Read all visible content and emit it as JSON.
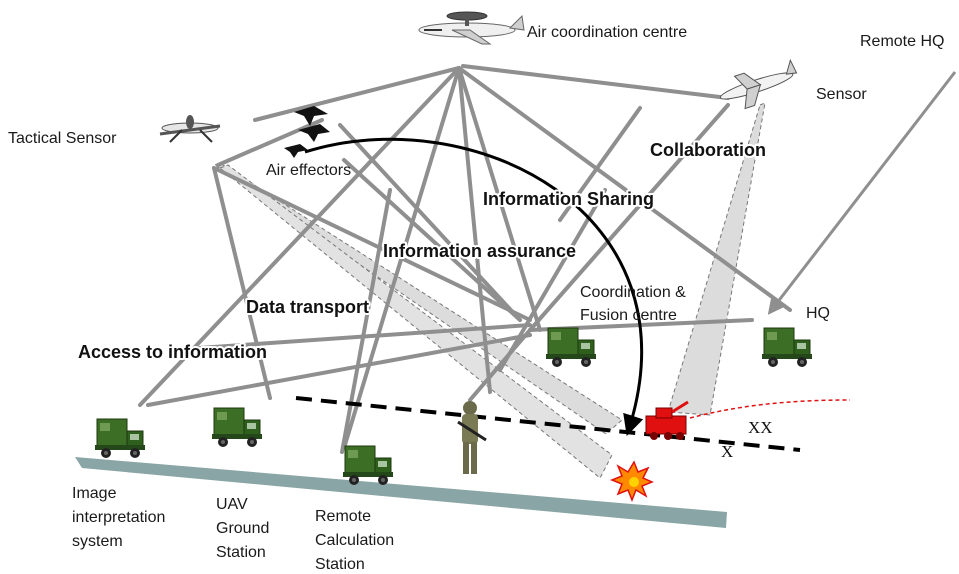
{
  "nodes": {
    "air_coordination": "Air coordination centre",
    "remote_hq": "Remote HQ",
    "sensor": "Sensor",
    "tactical_sensor": "Tactical Sensor",
    "air_effectors": "Air effectors",
    "coordination_fusion_line1": "Coordination &",
    "coordination_fusion_line2": "Fusion centre",
    "hq": "HQ",
    "image_interp_line1": "Image",
    "image_interp_line2": "interpretation",
    "image_interp_line3": "system",
    "uav_line1": "UAV",
    "uav_line2": "Ground",
    "uav_line3": "Station",
    "remote_calc_line1": "Remote",
    "remote_calc_line2": "Calculation",
    "remote_calc_line3": "Station"
  },
  "layers": {
    "collaboration": "Collaboration",
    "information_sharing": "Information Sharing",
    "information_assurance": "Information assurance",
    "data_transport": "Data transport",
    "access_to_information": "Access to information"
  },
  "markers": {
    "xx": "XX",
    "x": "X"
  },
  "colors": {
    "link_gray": "#8f8f8f",
    "truck_green": "#2f5f1c",
    "ground": "#8aa5a5",
    "cone": "#d9d9d9",
    "target_red": "#e01010"
  }
}
